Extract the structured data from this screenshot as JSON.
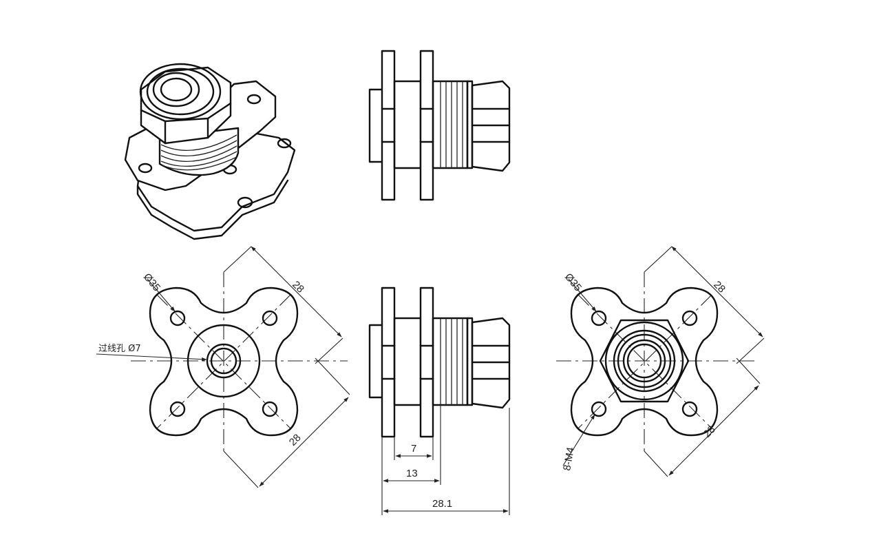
{
  "colors": {
    "line": "#111111",
    "background": "#ffffff"
  },
  "labels": {
    "left_face_diameter": "Ø35",
    "left_face_span_top": "28",
    "left_face_span_bottom": "28",
    "center_hole": "过线孔 Ø7",
    "side_dim_inner": "7",
    "side_dim_mid": "13",
    "side_dim_total": "28.1",
    "right_face_diameter": "Ø35",
    "right_face_span_top": "28",
    "right_face_span_bottom": "28",
    "right_face_screw": "8-M4"
  }
}
